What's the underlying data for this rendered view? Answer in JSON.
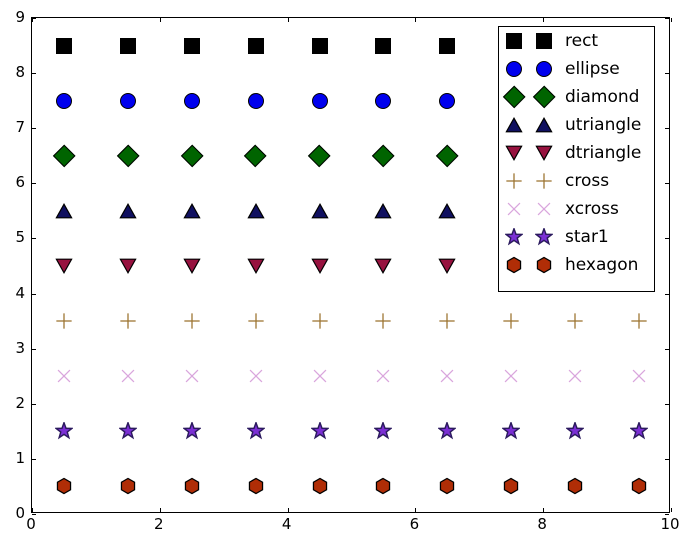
{
  "chart_data": {
    "type": "scatter",
    "title": "",
    "xlabel": "",
    "ylabel": "",
    "xlim": [
      0,
      10
    ],
    "ylim": [
      0,
      9
    ],
    "xticks": [
      0,
      2,
      4,
      6,
      8,
      10
    ],
    "yticks": [
      0,
      1,
      2,
      3,
      4,
      5,
      6,
      7,
      8,
      9
    ],
    "xticklabels": [
      "0",
      "2",
      "4",
      "6",
      "8",
      "10"
    ],
    "yticklabels": [
      "0",
      "1",
      "2",
      "3",
      "4",
      "5",
      "6",
      "7",
      "8",
      "9"
    ],
    "grid": false,
    "legend_position": "upper right",
    "legend_markers_per_entry": 2,
    "x": [
      0.5,
      1.5,
      2.5,
      3.5,
      4.5,
      5.5,
      6.5,
      7.5,
      8.5,
      9.5
    ],
    "series": [
      {
        "name": "rect",
        "marker": "square",
        "y": 8.5,
        "face": "#000000",
        "edge": "#000000",
        "size": 16,
        "visible_points": 7,
        "values": [
          8.5,
          8.5,
          8.5,
          8.5,
          8.5,
          8.5,
          8.5,
          8.5,
          8.5,
          8.5
        ]
      },
      {
        "name": "ellipse",
        "marker": "circle",
        "y": 7.5,
        "face": "#0000ee",
        "edge": "#000000",
        "size": 16,
        "visible_points": 7,
        "values": [
          7.5,
          7.5,
          7.5,
          7.5,
          7.5,
          7.5,
          7.5,
          7.5,
          7.5,
          7.5
        ]
      },
      {
        "name": "diamond",
        "marker": "diamond",
        "y": 6.5,
        "face": "#006400",
        "edge": "#000000",
        "size": 20,
        "visible_points": 7,
        "values": [
          6.5,
          6.5,
          6.5,
          6.5,
          6.5,
          6.5,
          6.5,
          6.5,
          6.5,
          6.5
        ]
      },
      {
        "name": "utriangle",
        "marker": "triangle-up",
        "y": 5.5,
        "face": "#101060",
        "edge": "#000000",
        "size": 17,
        "visible_points": 7,
        "values": [
          5.5,
          5.5,
          5.5,
          5.5,
          5.5,
          5.5,
          5.5,
          5.5,
          5.5,
          5.5
        ]
      },
      {
        "name": "dtriangle",
        "marker": "triangle-down",
        "y": 4.5,
        "face": "#97123f",
        "edge": "#000000",
        "size": 17,
        "visible_points": 7,
        "values": [
          4.5,
          4.5,
          4.5,
          4.5,
          4.5,
          4.5,
          4.5,
          4.5,
          4.5,
          4.5
        ]
      },
      {
        "name": "cross",
        "marker": "plus",
        "y": 3.5,
        "face": "#9c7430",
        "edge": "#9c7430",
        "size": 17,
        "visible_points": 10,
        "values": [
          3.5,
          3.5,
          3.5,
          3.5,
          3.5,
          3.5,
          3.5,
          3.5,
          3.5,
          3.5
        ]
      },
      {
        "name": "xcross",
        "marker": "x",
        "y": 2.5,
        "face": "#d9a6dd",
        "edge": "#d9a6dd",
        "size": 17,
        "visible_points": 10,
        "values": [
          2.5,
          2.5,
          2.5,
          2.5,
          2.5,
          2.5,
          2.5,
          2.5,
          2.5,
          2.5
        ]
      },
      {
        "name": "star1",
        "marker": "star",
        "y": 1.5,
        "face": "#7b2fd4",
        "edge": "#2b1a5e",
        "size": 18,
        "visible_points": 10,
        "values": [
          1.5,
          1.5,
          1.5,
          1.5,
          1.5,
          1.5,
          1.5,
          1.5,
          1.5,
          1.5
        ]
      },
      {
        "name": "hexagon",
        "marker": "hexagon",
        "y": 0.5,
        "face": "#b02d06",
        "edge": "#000000",
        "size": 18,
        "visible_points": 10,
        "values": [
          0.5,
          0.5,
          0.5,
          0.5,
          0.5,
          0.5,
          0.5,
          0.5,
          0.5,
          0.5
        ]
      }
    ],
    "legend_entries": [
      {
        "label": "rect"
      },
      {
        "label": "ellipse"
      },
      {
        "label": "diamond"
      },
      {
        "label": "utriangle"
      },
      {
        "label": "dtriangle"
      },
      {
        "label": "cross"
      },
      {
        "label": "xcross"
      },
      {
        "label": "star1"
      },
      {
        "label": "hexagon"
      }
    ]
  }
}
